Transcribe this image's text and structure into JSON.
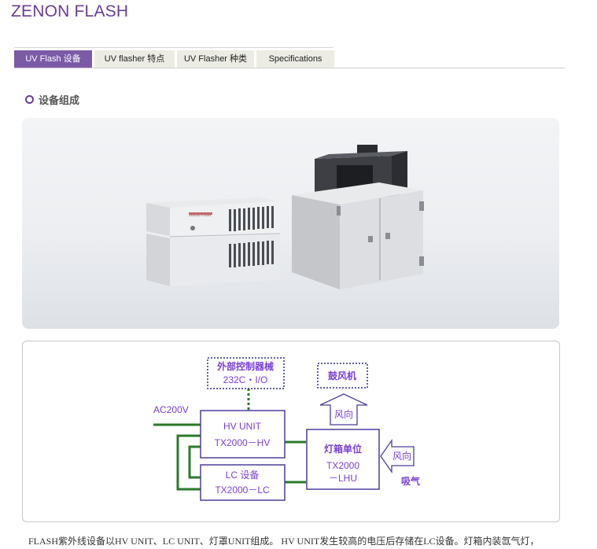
{
  "header": {
    "title": "ZENON FLASH"
  },
  "tabs": [
    {
      "label": "UV Flash 设备",
      "active": true
    },
    {
      "label": "UV flasher  特点",
      "active": false
    },
    {
      "label": "UV Flasher 种类",
      "active": false
    },
    {
      "label": "Specifications",
      "active": false
    }
  ],
  "section": {
    "title": "设备组成"
  },
  "product_photo": {
    "device_label": "ZENON FLASH"
  },
  "diagram": {
    "external_control": {
      "line1": "外部控制器械",
      "line2": "232C・I/O"
    },
    "blower": {
      "label": "鼓风机"
    },
    "wind_up": {
      "label": "风向"
    },
    "wind_in": {
      "label": "风向"
    },
    "intake": {
      "label": "吸气"
    },
    "ac_input": {
      "label": "AC200V"
    },
    "hv_unit": {
      "line1": "HV UNIT",
      "line2": "TX2000－HV"
    },
    "lc_unit": {
      "line1": "LC 设备",
      "line2": "TX2000－LC"
    },
    "lamp_unit": {
      "line1": "灯箱单位",
      "line2": "TX2000",
      "line3": "－LHU"
    }
  },
  "colors": {
    "brand": "#6a3d98",
    "active_tab": "#7b5aa6",
    "tab_bg": "#ecece4",
    "diagram_box": "#4b3f9e",
    "diagram_text": "#7a3fd6",
    "wire": "#2a7a2a"
  },
  "footer": {
    "text": "FLASH紫外线设备以HV UNIT、LC UNIT、灯罩UNIT组成。  HV UNIT发生较高的电压后存储在LC设备。灯箱内装氙气灯，"
  }
}
